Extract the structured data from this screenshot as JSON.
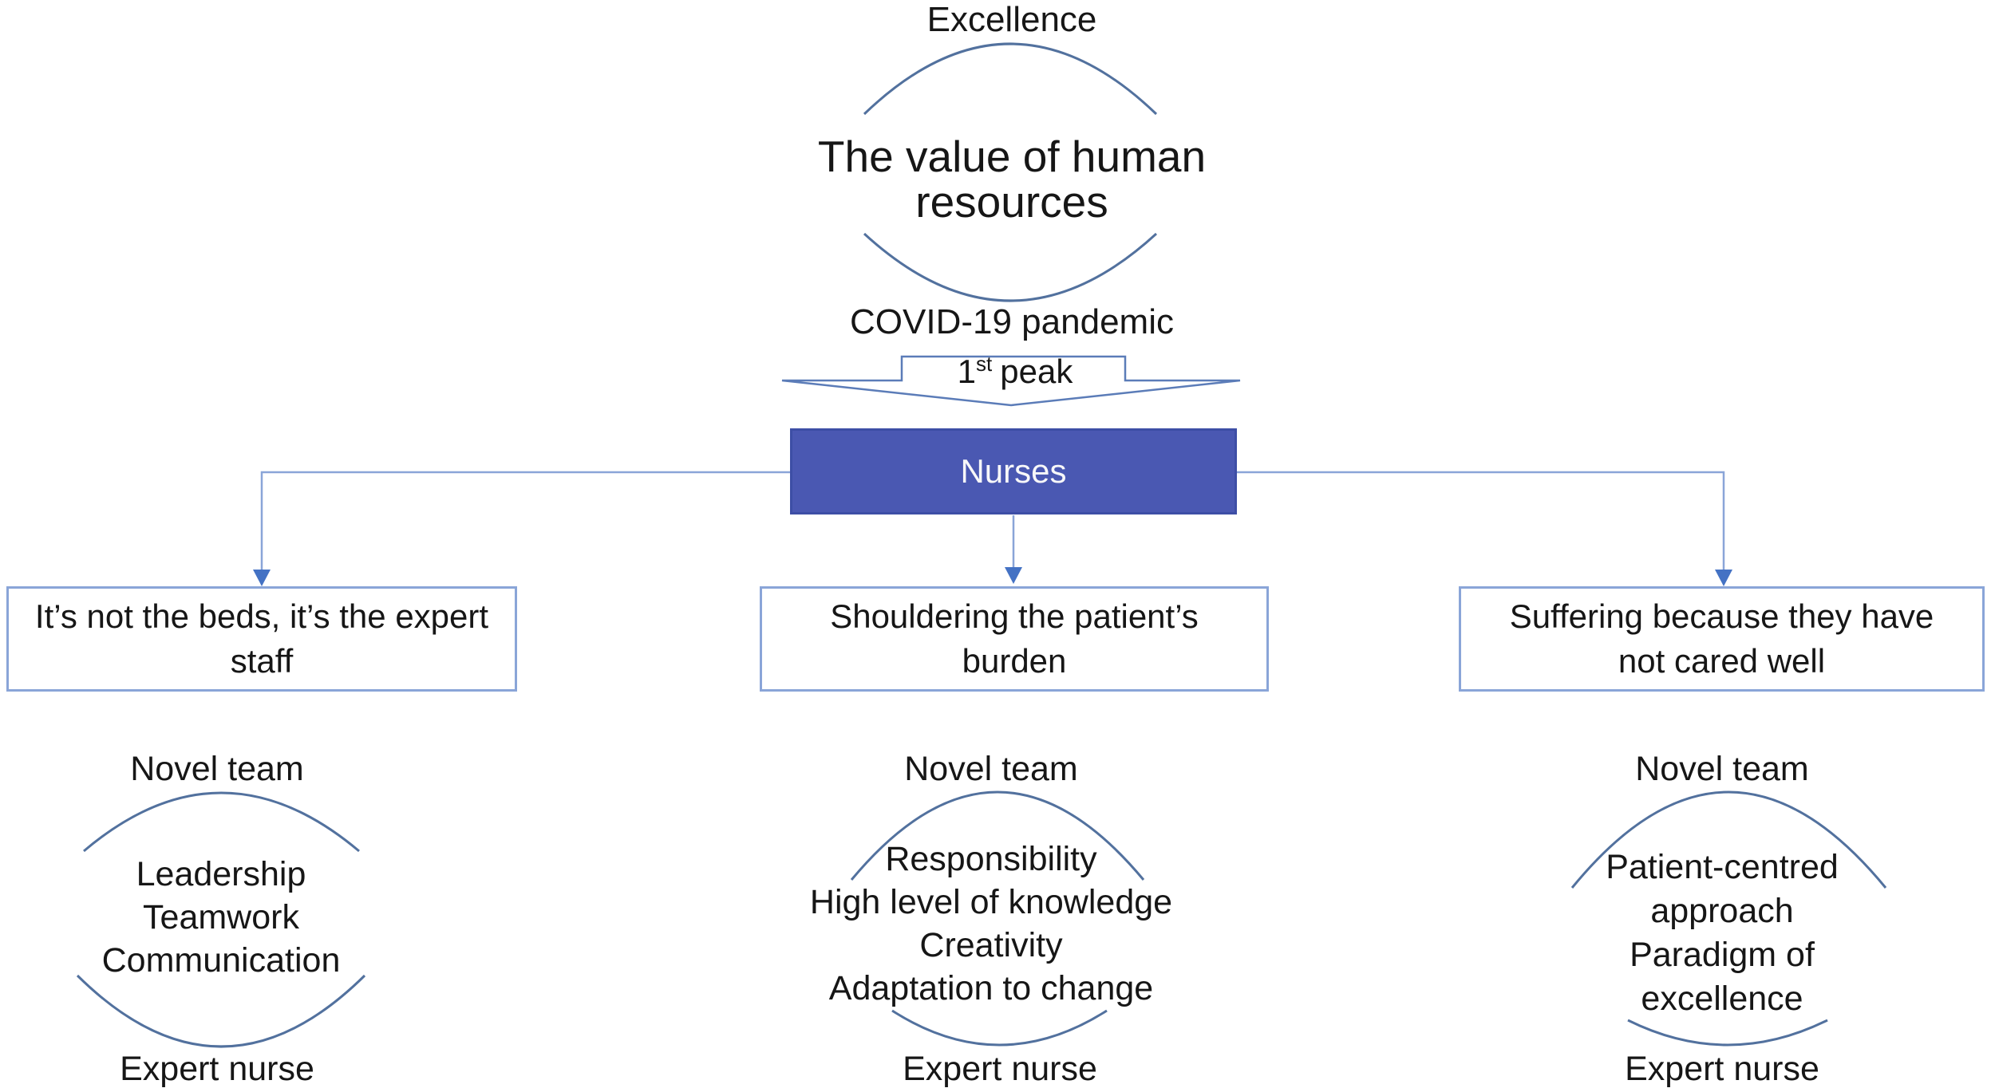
{
  "colors": {
    "background": "#ffffff",
    "node_fill": "#4a58b2",
    "node_border": "#3d4ea5",
    "node_text": "#f7f7f9",
    "connector": "#8aa5d8",
    "arrowhead": "#4472c4",
    "box_border": "#8aa5d8",
    "arc_stroke": "#52719e",
    "shape_stroke": "#5b7cb8",
    "text": "#161616"
  },
  "funnel": {
    "top_label": "Excellence",
    "title": "The value of human resources",
    "context_label": "COVID-19 pandemic",
    "peak": {
      "number": "1",
      "ordinal": "st",
      "word": "peak"
    }
  },
  "central_node": {
    "label": "Nurses"
  },
  "branches": [
    {
      "theme": "It’s not the beds, it’s the expert staff",
      "team_label": "Novel team",
      "trait_lines": [
        "Leadership",
        "Teamwork",
        "Communication"
      ],
      "outcome_label": "Expert nurse"
    },
    {
      "theme": "Shouldering the patient’s burden",
      "team_label": "Novel team",
      "trait_lines": [
        "Responsibility",
        "High level of knowledge",
        "Creativity",
        "Adaptation to change"
      ],
      "outcome_label": "Expert nurse"
    },
    {
      "theme": "Suffering because they have not cared well",
      "team_label": "Novel team",
      "trait_lines": [
        "Patient-centred",
        "approach",
        "Paradigm of",
        "excellence"
      ],
      "outcome_label": "Expert nurse"
    }
  ]
}
